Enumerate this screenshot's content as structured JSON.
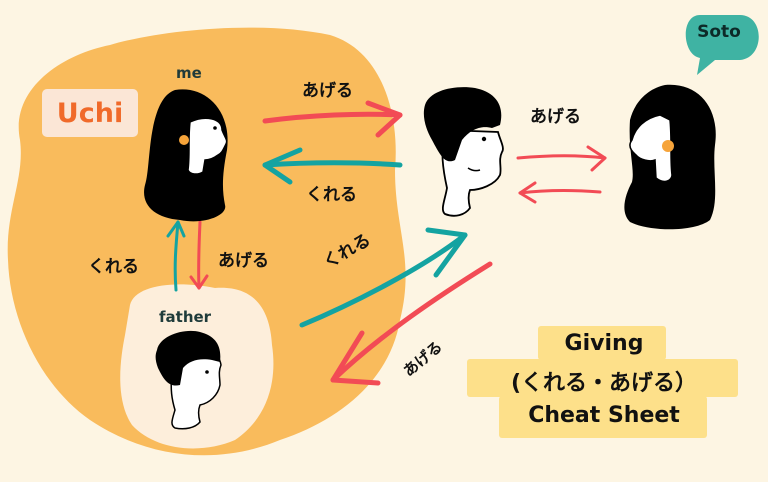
{
  "title": {
    "line1": "Giving",
    "line2": "(くれる・あげる）",
    "line3": "Cheat Sheet"
  },
  "groups": {
    "uchi": "Uchi",
    "soto": "Soto"
  },
  "people": {
    "me": "me",
    "father": "father"
  },
  "arrows": {
    "me_to_man": "あげる",
    "man_to_me": "くれる",
    "man_to_woman": "あげる",
    "father_to_me": "くれる",
    "me_to_father": "あげる",
    "father_to_man": "くれる",
    "man_to_father": "あげる"
  },
  "colors": {
    "background": "#fdf5e3",
    "uchi_blob": "#f9bb5c",
    "father_blob": "#fdeedb",
    "uchi_text": "#f06a2a",
    "uchi_badge": "#fbe6d6",
    "soto_bubble": "#3fb3a3",
    "agery_arrow": "#f24b55",
    "kureru_arrow": "#14a3a1",
    "title_highlight": "#fde08a",
    "earring": "#f6a43a"
  }
}
